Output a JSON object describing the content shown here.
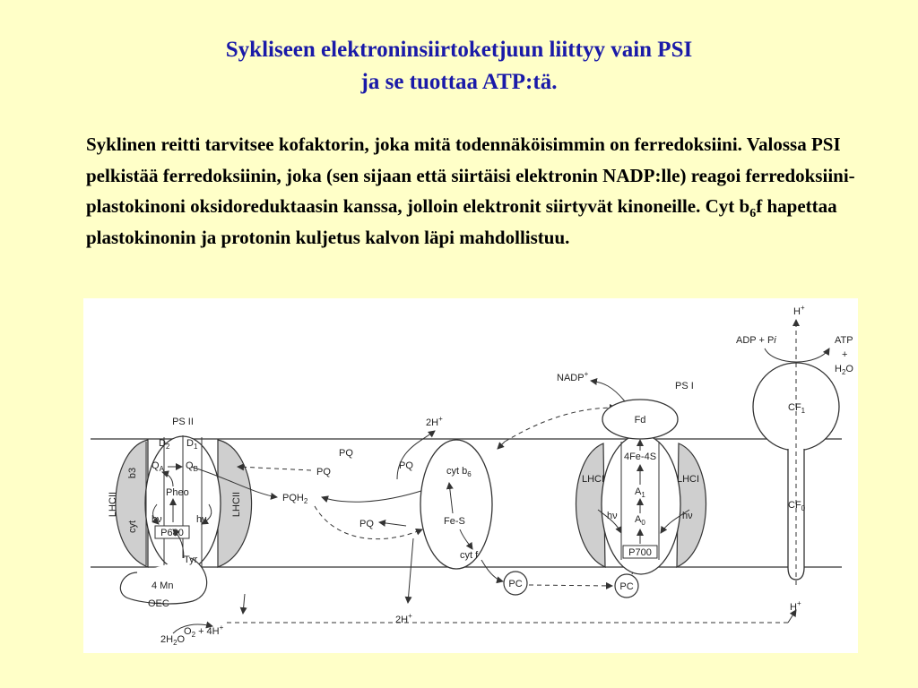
{
  "slide": {
    "title_line1": "Sykliseen elektroninsiirtoketjuun liittyy vain PSI",
    "title_line2": "ja se tuottaa ATP:tä.",
    "body_part1": "Syklinen reitti tarvitsee kofaktorin, joka mitä todennäköisimmin on ferredoksiini. Valossa PSI pelkistää ferredoksiinin, joka (sen sijaan että siirtäisi elektronin NADP:lle) reagoi ferredoksiini-plastokinoni oksidoreduktaasin kanssa, jolloin elektronit siirtyvät kinoneille. Cyt b",
    "body_sub": "6",
    "body_part2": "f hapettaa plastokinonin ja protonin kuljetus kalvon läpi mahdollistuu."
  },
  "diagram": {
    "psii": {
      "title": "PS II",
      "lhcii": "LHCII",
      "b3": "b3",
      "cyt": "cyt",
      "d2": "D",
      "d2_sub": "2",
      "d1": "D",
      "d1_sub": "1",
      "qa": "Q",
      "qa_sub": "A",
      "qb": "Q",
      "qb_sub": "B",
      "pheo": "Pheo",
      "hv": "hν",
      "p680": "P680",
      "tyr": "Tyr",
      "mn": "4 Mn",
      "oec": "OEC",
      "o2": "O",
      "o2_sub": "2",
      "o2_rest": " + 4H",
      "h2o_2": "2H",
      "h2o_sub": "2",
      "h2o_o": "O"
    },
    "pq": {
      "pq1": "PQ",
      "pq2": "PQ",
      "pq3": "PQ",
      "pq4": "PQ",
      "pqh2": "PQH",
      "pqh2_sub": "2",
      "h2plus_top": "2H",
      "h2plus_bottom": "2H"
    },
    "cytb6f": {
      "b6": "cyt b",
      "b6_sub": "6",
      "fes": "Fe-S",
      "cytf": "cyt f"
    },
    "psi": {
      "title": "PS I",
      "nadp": "NADP",
      "fd": "Fd",
      "fe4s": "4Fe-4S",
      "a1": "A",
      "a1_sub": "1",
      "a0": "A",
      "a0_sub": "0",
      "p700": "P700",
      "lhci": "LHCI",
      "hv": "hν",
      "pc": "PC"
    },
    "atpase": {
      "h_top": "H",
      "h_bottom": "H",
      "adp": "ADP + P",
      "adp_i": "i",
      "atp": "ATP",
      "plus": "+",
      "h2o": "H",
      "h2o_sub": "2",
      "h2o_o": "O",
      "cf1": "CF",
      "cf1_sub": "1",
      "cf0": "CF",
      "cf0_sub": "0"
    },
    "colors": {
      "membrane_fill": "#ffffff",
      "antenna_fill": "#cfcfcf",
      "line": "#333333"
    }
  }
}
